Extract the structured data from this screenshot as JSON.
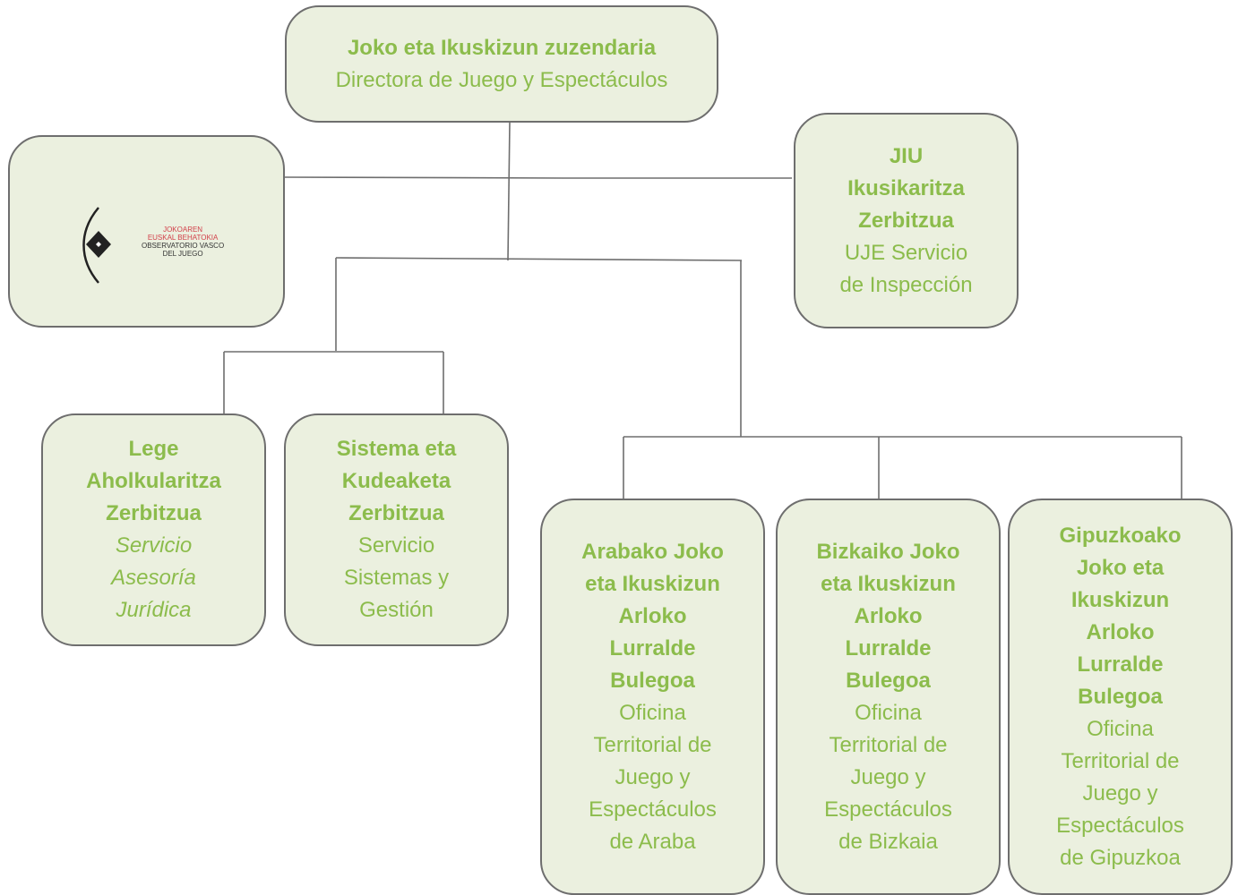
{
  "director": {
    "title": "Joko eta Ikuskizun zuzendaria",
    "subtitle": "Directora de Juego y Espectáculos"
  },
  "observatory": {
    "logo_icon": "observatory-logo-icon",
    "lines": [
      "JOKOAREN",
      "EUSKAL BEHATOKIA",
      "OBSERVATORIO VASCO",
      "DEL JUEGO"
    ]
  },
  "inspection": {
    "title": [
      "JIU",
      "Ikusikaritza",
      "Zerbitzua"
    ],
    "subtitle": [
      "UJE Servicio",
      "de Inspección"
    ]
  },
  "legal": {
    "title": [
      "Lege",
      "Aholkularitza",
      "Zerbitzua"
    ],
    "subtitle": [
      "Servicio",
      "Asesoría",
      "Jurídica"
    ]
  },
  "systems": {
    "title": [
      "Sistema eta",
      "Kudeaketa",
      "Zerbitzua"
    ],
    "subtitle": [
      "Servicio",
      "Sistemas y",
      "Gestión"
    ]
  },
  "araba": {
    "title": [
      "Arabako Joko",
      "eta Ikuskizun",
      "Arloko",
      "Lurralde",
      "Bulegoa"
    ],
    "subtitle": [
      "Oficina",
      "Territorial de",
      "Juego y",
      "Espectáculos",
      "de Araba"
    ]
  },
  "bizkaia": {
    "title": [
      "Bizkaiko Joko",
      "eta Ikuskizun",
      "Arloko",
      "Lurralde",
      "Bulegoa"
    ],
    "subtitle": [
      "Oficina",
      "Territorial de",
      "Juego y",
      "Espectáculos",
      "de Bizkaia"
    ]
  },
  "gipuzkoa": {
    "title": [
      "Gipuzkoako",
      "Joko eta",
      "Ikuskizun",
      "Arloko",
      "Lurralde",
      "Bulegoa"
    ],
    "subtitle": [
      "Oficina",
      "Territorial de",
      "Juego y",
      "Espectáculos",
      "de Gipuzkoa"
    ]
  },
  "colors": {
    "text": "#8cbc4c",
    "box_fill": "#ebf0df",
    "border": "#6e6e6e",
    "logo_red": "#d2404a",
    "logo_dark": "#333333"
  }
}
